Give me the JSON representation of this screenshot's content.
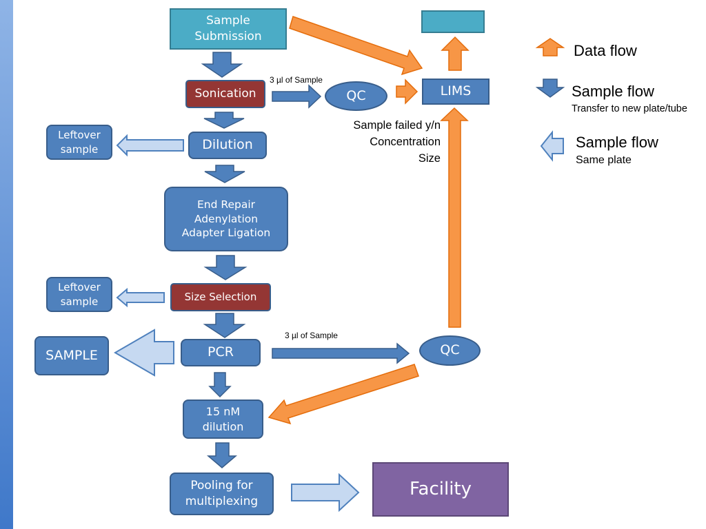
{
  "nodes": {
    "sample_submission": "Sample\nSubmission",
    "sonication": "Sonication",
    "dilution": "Dilution",
    "leftover_1": "Leftover\nsample",
    "end_repair": "End Repair\nAdenylation\nAdapter Ligation",
    "leftover_2": "Leftover\nsample",
    "size_selection": "Size Selection",
    "sample": "SAMPLE",
    "pcr": "PCR",
    "dilution_15nm": "15 nM\ndilution",
    "pooling": "Pooling for\nmultiplexing",
    "facility": "Facility",
    "qc_top": "QC",
    "lims": "LIMS",
    "qc_bottom": "QC",
    "top_right_box": ""
  },
  "labels": {
    "qc_top_amount": "3 µl of Sample",
    "qc_bottom_amount": "3 µl of Sample",
    "qc_results": "Sample failed y/n\nConcentration\nSize"
  },
  "legend": {
    "data_flow": "Data flow",
    "sample_flow_new": "Sample flow",
    "sample_flow_new_sub": "Transfer to new plate/tube",
    "sample_flow_same": "Sample flow",
    "sample_flow_same_sub": "Same plate"
  },
  "colors": {
    "node_blue": "#4f81bd",
    "node_teal": "#4bacc6",
    "node_red": "#943634",
    "node_purple": "#8064a2",
    "data_flow_orange": "#f79646",
    "sample_flow_light": "#c6d9f1"
  }
}
